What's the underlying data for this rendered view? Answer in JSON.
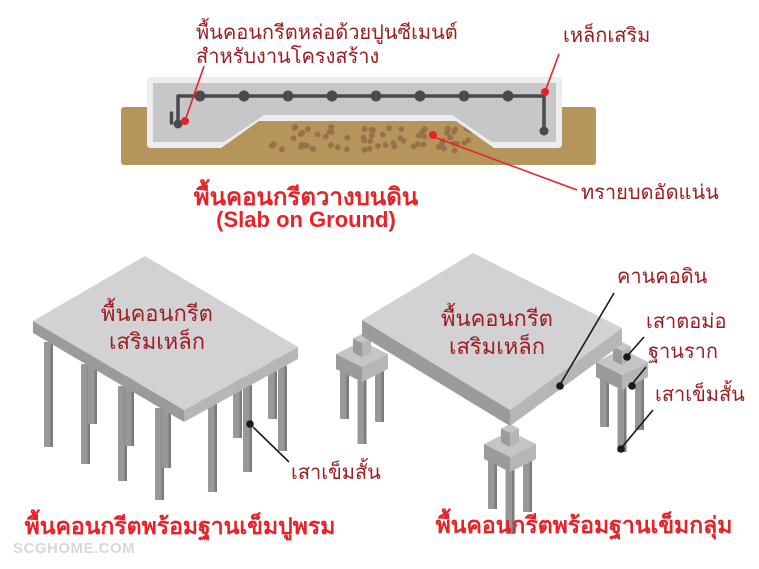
{
  "colors": {
    "label_red": "#9c1d22",
    "caption_red": "#e62329",
    "ground": "#b5955c",
    "sand": "#9a6f4a",
    "concrete_light": "#ededef",
    "concrete_mid": "#c7c7c9",
    "rebar": "#4a4a4c",
    "slab_top": "#d2d2d4",
    "side_dark": "#9b9b9e",
    "side_light": "#b6b6b9",
    "foot_top": "#c5c5c8",
    "pile": "#98989b",
    "pile_dark": "#7b7b7f",
    "leader_black": "#1a1a1a",
    "watermark": "#d8d8d8"
  },
  "section_top": {
    "label_cast_concrete_line1": "พื้นคอนกรีตหล่อด้วยปูนซีเมนต์",
    "label_cast_concrete_line2": "สำหรับงานโครงสร้าง",
    "label_rebar": "เหล็กเสริม",
    "label_compacted_sand": "ทรายบดอัดแน่น",
    "caption_th": "พื้นคอนกรีตวางบนดิน",
    "caption_en": "(Slab on Ground)"
  },
  "diagram_left": {
    "slab_label_line1": "พื้นคอนกรีต",
    "slab_label_line2": "เสริมเหล็ก",
    "label_short_pile": "เสาเข็มสั้น",
    "caption": "พื้นคอนกรีตพร้อมฐานเข็มปูพรม"
  },
  "diagram_right": {
    "slab_label_line1": "พื้นคอนกรีต",
    "slab_label_line2": "เสริมเหล็ก",
    "label_ground_beam": "คานคอดิน",
    "label_stub_column": "เสาตอม่อ",
    "label_footing": "ฐานราก",
    "label_short_pile": "เสาเข็มสั้น",
    "caption": "พื้นคอนกรีตพร้อมฐานเข็มกลุ่ม"
  },
  "watermark": "SCGHOME.COM"
}
